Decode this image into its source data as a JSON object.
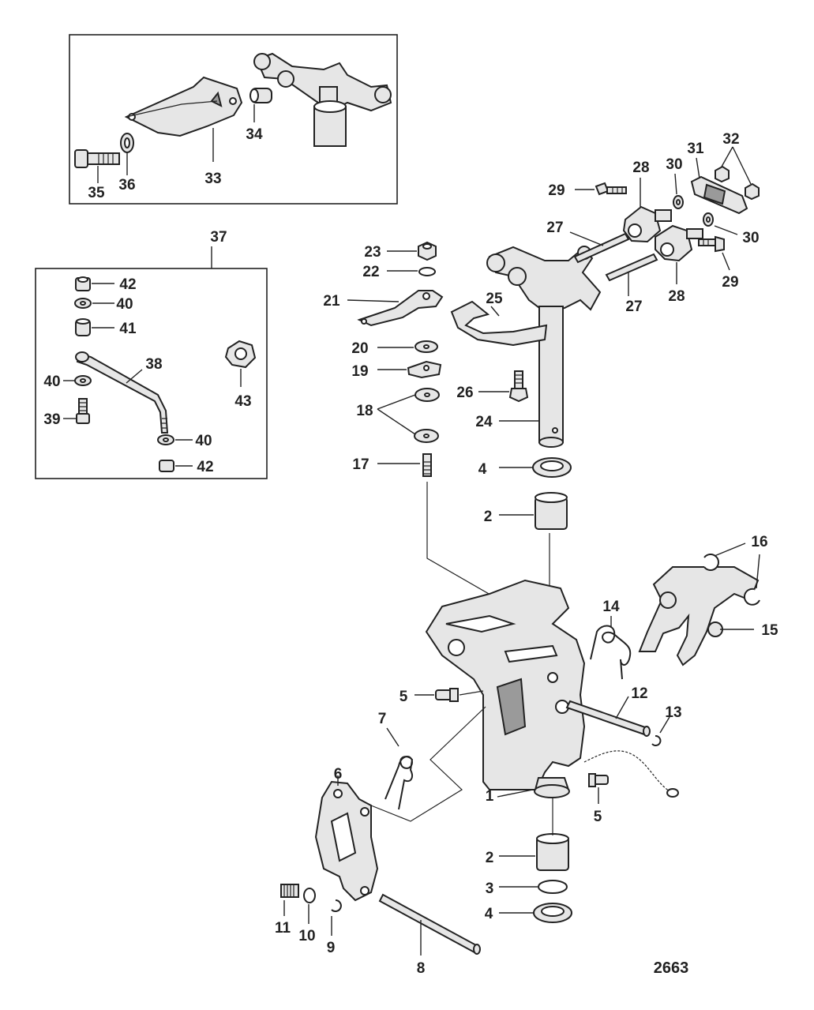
{
  "figure_number": "2663",
  "callouts": {
    "c1": "1",
    "c2a": "2",
    "c2b": "2",
    "c3": "3",
    "c4a": "4",
    "c4b": "4",
    "c5a": "5",
    "c5b": "5",
    "c6": "6",
    "c7": "7",
    "c8": "8",
    "c9": "9",
    "c10": "10",
    "c11": "11",
    "c12": "12",
    "c13": "13",
    "c14": "14",
    "c15": "15",
    "c16": "16",
    "c17": "17",
    "c18": "18",
    "c19": "19",
    "c20": "20",
    "c21": "21",
    "c22": "22",
    "c23": "23",
    "c24": "24",
    "c25": "25",
    "c26": "26",
    "c27a": "27",
    "c27b": "27",
    "c28a": "28",
    "c28b": "28",
    "c29a": "29",
    "c29b": "29",
    "c30a": "30",
    "c30b": "30",
    "c31": "31",
    "c32": "32",
    "c33": "33",
    "c34": "34",
    "c35": "35",
    "c36": "36",
    "c37": "37",
    "c38": "38",
    "c39": "39",
    "c40a": "40",
    "c40b": "40",
    "c40c": "40",
    "c41": "41",
    "c42a": "42",
    "c42b": "42",
    "c43": "43"
  }
}
